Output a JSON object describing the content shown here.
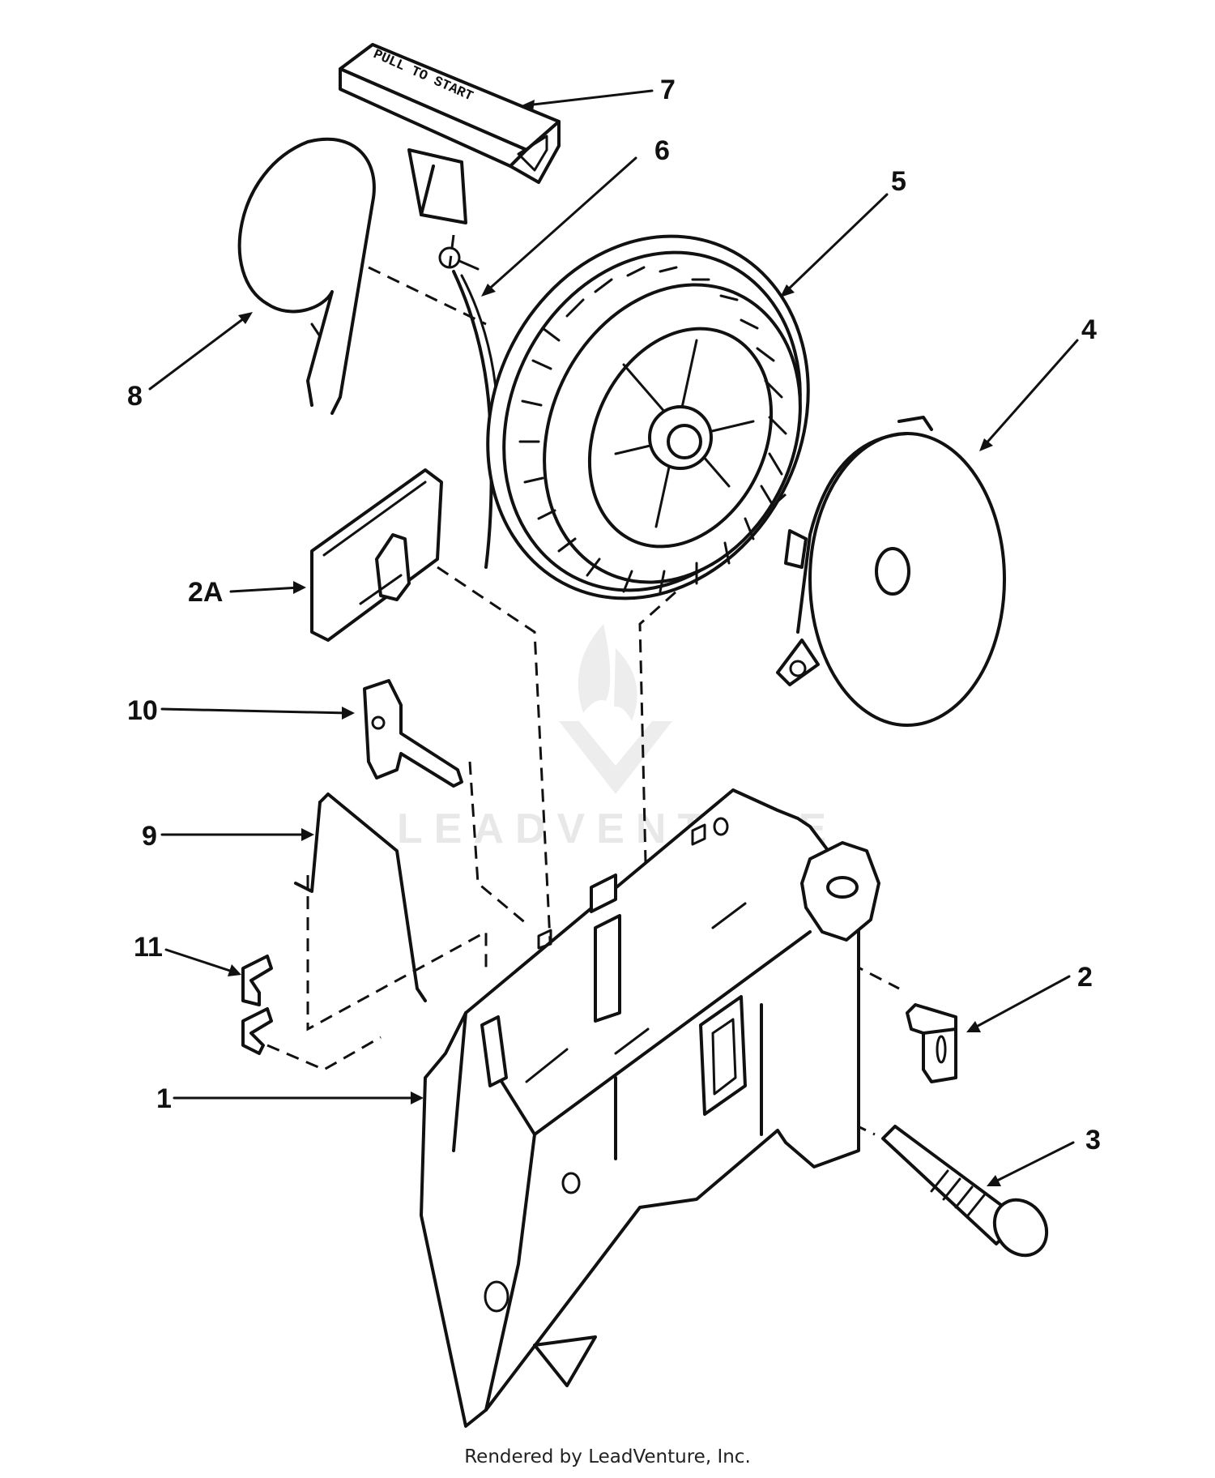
{
  "diagram": {
    "handle_text": "PULL TO START",
    "callouts": [
      {
        "id": "7",
        "label": "7"
      },
      {
        "id": "6",
        "label": "6"
      },
      {
        "id": "5",
        "label": "5"
      },
      {
        "id": "4",
        "label": "4"
      },
      {
        "id": "8",
        "label": "8"
      },
      {
        "id": "2A",
        "label": "2A"
      },
      {
        "id": "10",
        "label": "10"
      },
      {
        "id": "9",
        "label": "9"
      },
      {
        "id": "11",
        "label": "11"
      },
      {
        "id": "1",
        "label": "1"
      },
      {
        "id": "2",
        "label": "2"
      },
      {
        "id": "3",
        "label": "3"
      }
    ],
    "watermark": "LEADVENTURE"
  },
  "footer": {
    "text": "Rendered by LeadVenture, Inc."
  }
}
